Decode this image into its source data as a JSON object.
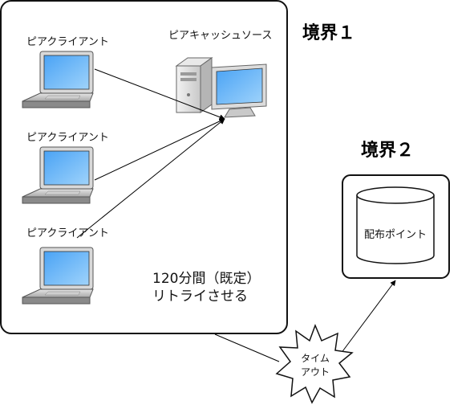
{
  "boundary1": {
    "label": "境界１"
  },
  "boundary2": {
    "label": "境界２"
  },
  "peer_clients": [
    {
      "label": "ピアクライアント"
    },
    {
      "label": "ピアクライアント"
    },
    {
      "label": "ピアクライアント"
    }
  ],
  "cache_source": {
    "label": "ピアキャッシュソース"
  },
  "distribution_point": {
    "label": "配布ポイント"
  },
  "retry_note": {
    "line1": "120分間（既定）",
    "line2": "リトライさせる"
  },
  "timeout": {
    "line1": "タイム",
    "line2": "アウト"
  }
}
